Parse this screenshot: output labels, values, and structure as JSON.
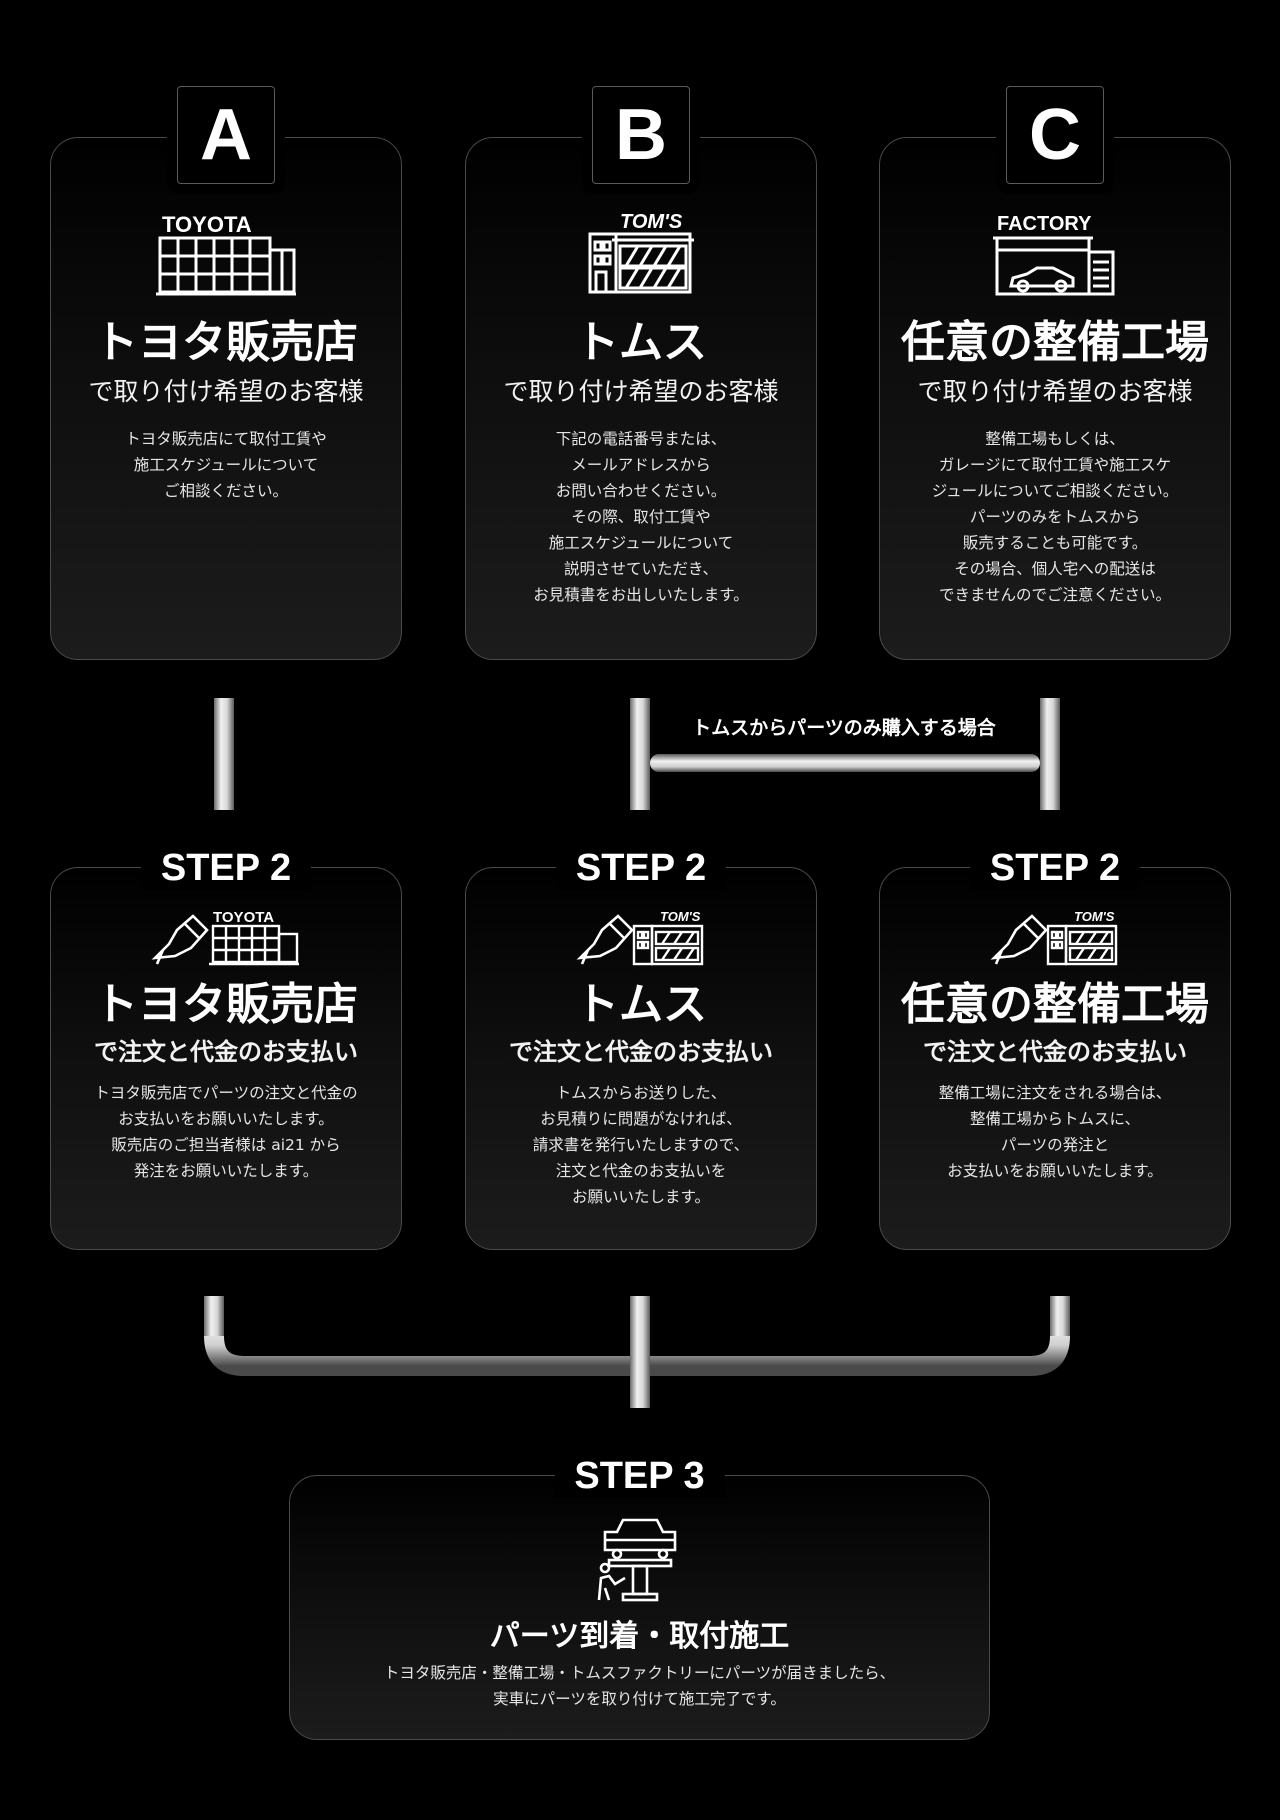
{
  "stage1": {
    "cards": [
      {
        "badge": "A",
        "icon": "toyota-dealer-building-icon",
        "icon_text": "TOYOTA",
        "title": "トヨタ販売店",
        "subtitle": "で取り付け希望のお客様",
        "lines": [
          "トヨタ販売店にて取付工賃や",
          "施工スケジュールについて",
          "ご相談ください。"
        ]
      },
      {
        "badge": "B",
        "icon": "toms-shop-building-icon",
        "icon_text": "TOM'S",
        "title": "トムス",
        "subtitle": "で取り付け希望のお客様",
        "lines": [
          "下記の電話番号または、",
          "メールアドレスから",
          "お問い合わせください。",
          "その際、取付工賃や",
          "施工スケジュールについて",
          "説明させていただき、",
          "お見積書をお出しいたします。"
        ]
      },
      {
        "badge": "C",
        "icon": "factory-garage-icon",
        "icon_text": "FACTORY",
        "title": "任意の整備工場",
        "subtitle": "で取り付け希望のお客様",
        "lines": [
          "整備工場もしくは、",
          "ガレージにて取付工賃や施工スケ",
          "ジュールについてご相談ください。",
          "パーツのみをトムスから",
          "販売することも可能です。",
          "その場合、個人宅への配送は",
          "できませんのでご注意ください。"
        ]
      }
    ]
  },
  "connector": {
    "label": "トムスからパーツのみ購入する場合"
  },
  "stage2": {
    "cards": [
      {
        "step": "STEP 2",
        "icon": "order-payment-toyota-icon",
        "icon_text": "TOYOTA",
        "title": "トヨタ販売店",
        "subtitle": "で注文と代金のお支払い",
        "lines": [
          "トヨタ販売店でパーツの注文と代金の",
          "お支払いをお願いいたします。",
          "販売店のご担当者様は ai21 から",
          "発注をお願いいたします。"
        ]
      },
      {
        "step": "STEP 2",
        "icon": "order-payment-toms-icon",
        "icon_text": "TOM'S",
        "title": "トムス",
        "subtitle": "で注文と代金のお支払い",
        "lines": [
          "トムスからお送りした、",
          "お見積りに問題がなければ、",
          "請求書を発行いたしますので、",
          "注文と代金のお支払いを",
          "お願いいたします。"
        ]
      },
      {
        "step": "STEP 2",
        "icon": "order-payment-factory-icon",
        "icon_text": "TOM'S",
        "title": "任意の整備工場",
        "subtitle": "で注文と代金のお支払い",
        "lines": [
          "整備工場に注文をされる場合は、",
          "整備工場からトムスに、",
          "パーツの発注と",
          "お支払いをお願いいたします。"
        ]
      }
    ]
  },
  "stage3": {
    "step": "STEP 3",
    "icon": "car-lift-mechanic-icon",
    "title": "パーツ到着・取付施工",
    "lines": [
      "トヨタ販売店・整備工場・トムスファクトリーにパーツが届きましたら、",
      "実車にパーツを取り付けて施工完了です。"
    ]
  }
}
